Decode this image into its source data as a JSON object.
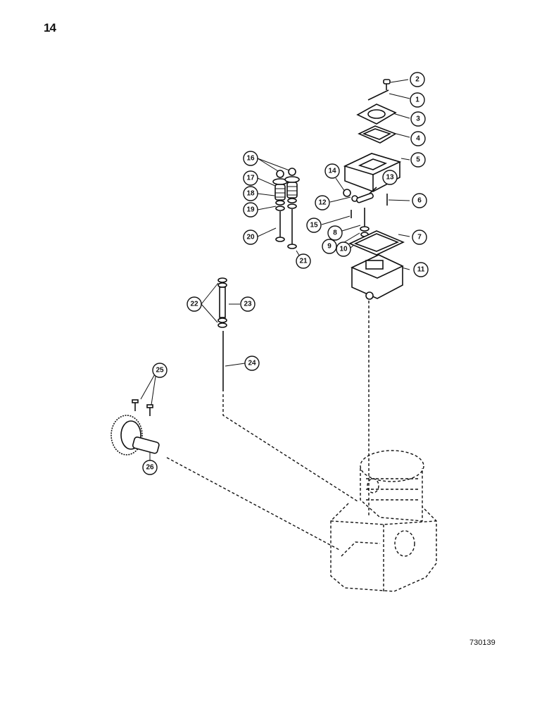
{
  "page_number": "14",
  "figure_id": "730139",
  "callouts": [
    "1",
    "2",
    "3",
    "4",
    "5",
    "6",
    "7",
    "8",
    "9",
    "10",
    "11",
    "12",
    "13",
    "14",
    "15",
    "16",
    "17",
    "18",
    "19",
    "20",
    "21",
    "22",
    "23",
    "24",
    "25",
    "26"
  ]
}
